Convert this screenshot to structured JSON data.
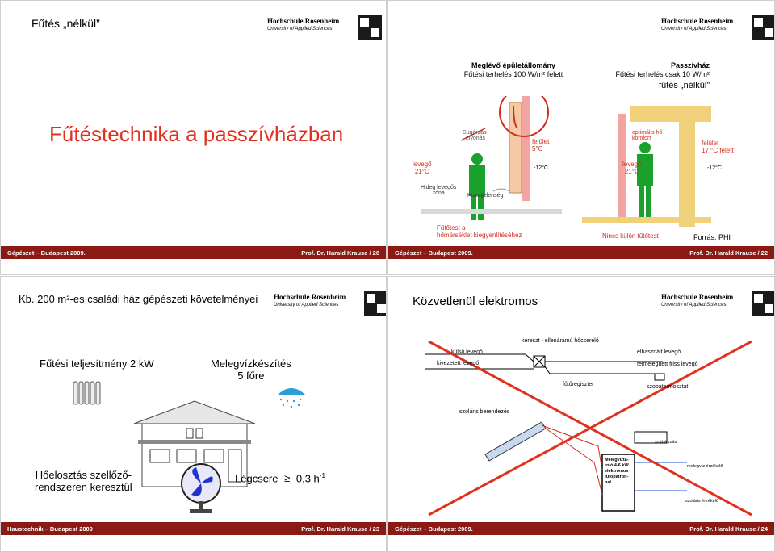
{
  "slide1": {
    "tab_title": "Fűtés „nélkül”",
    "main_title": "Fűtéstechnika a passzívházban",
    "footer_left": "Gépészet – Budapest 2009.",
    "footer_right": "Prof. Dr. Harald Krause / 20"
  },
  "slide2": {
    "left_heading1": "Meglévő épületállomány",
    "left_heading2": "Fűtési terhelés 100 W/m² felett",
    "right_heading1": "Passzívház",
    "right_heading2": "Fűtési terhelés csak 10 W/m²",
    "right_heading3": "fűtés „nélkül”",
    "sugarzas": "Sugárzás-\nelvonás",
    "levego_left": "levegő\n21°C",
    "felulet_left": "felület\n5°C",
    "minus12_left": "-12°C",
    "hideg": "Hideg levegős\nzóna",
    "huzat": "Huzatjelenség",
    "optimalis": "optimális hő-\nkomfort",
    "levego_right": "levegő\n21°C",
    "felulet_right": "felület\n17 °C felett",
    "minus12_right": "-12°C",
    "futotest": "Fűtőtest a\nhőmérséklet kiegyenlítéséhez",
    "nincs": "Nincs külön fűtőtest",
    "forras": "Forrás: PHI",
    "footer_left": "Gépészet – Budapest 2009.",
    "footer_right": "Prof. Dr. Harald Krause / 22"
  },
  "slide3": {
    "title": "Kb. 200 m²-es családi ház gépészeti követelményei",
    "futesi": "Fűtési teljesítmény 2 kW",
    "melegviz": "Melegvízkészítés\n5 főre",
    "hoelosztas": "Hőelosztás szellőző-\nrendszeren keresztül",
    "legcsere_label": "Légcsere",
    "legcsere_value": "0,3 h",
    "legcsere_exp": "-1",
    "footer_left": "Haustechnik – Budapest 2009",
    "footer_right": "Prof. Dr. Harald Krause / 23"
  },
  "slide4": {
    "title": "Közvetlenül elektromos",
    "kereszt": "kereszt - ellenáramú hőcserélő",
    "kulso": "külső levegő",
    "kivezetett": "kivezetett levegő",
    "elhasznalt": "elhasznált levegő",
    "felmelegitett": "felmelegített friss levegő",
    "futoregiszter": "fűtőregiszter",
    "szobatermosztat": "szobatermosztát",
    "szolaris": "szoláris berendezés",
    "szabalyzas": "szabályzás",
    "melegviztarolo": "Melegvíztá-\nroló 4-6 kW\nelektromos\nfűtőpatron-\nnal",
    "melegviz_erzekelo": "melegvíz érzékelő",
    "szolaris_erzekelo": "szoláris érzékelő",
    "footer_left": "Gépészet – Budapest 2009.",
    "footer_right": "Prof. Dr. Harald Krause / 24"
  },
  "logo": {
    "name": "Hochschule Rosenheim",
    "sub": "University of Applied Sciences"
  }
}
